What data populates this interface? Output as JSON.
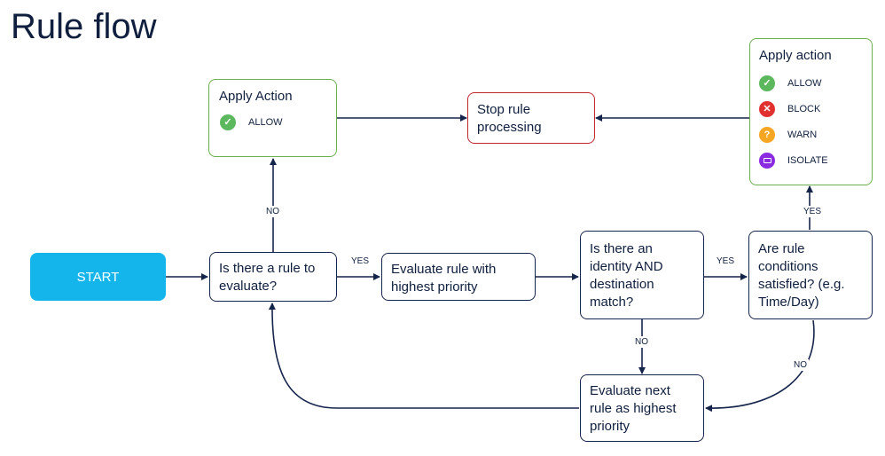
{
  "title": "Rule flow",
  "start": "START",
  "nodes": {
    "rule_to_evaluate": "Is there a rule to evaluate?",
    "evaluate_highest": "Evaluate rule with highest priority",
    "identity_match": "Is there an identity AND destination match?",
    "conditions": "Are rule conditions satisfied? (e.g. Time/Day)",
    "evaluate_next": "Evaluate next rule as highest priority",
    "stop": "Stop rule processing"
  },
  "apply_action_left": {
    "title": "Apply Action",
    "actions": [
      {
        "label": "ALLOW",
        "icon": "check-icon"
      }
    ]
  },
  "apply_action_right": {
    "title": "Apply action",
    "actions": [
      {
        "label": "ALLOW",
        "icon": "check-icon"
      },
      {
        "label": "BLOCK",
        "icon": "x-icon"
      },
      {
        "label": "WARN",
        "icon": "question-icon"
      },
      {
        "label": "ISOLATE",
        "icon": "isolate-icon"
      }
    ]
  },
  "edge_labels": {
    "no_up": "NO",
    "yes_eval": "YES",
    "yes_conditions": "YES",
    "yes_up": "YES",
    "no_down": "NO",
    "no_conditions": "NO"
  },
  "colors": {
    "start": "#13b5ea",
    "line": "#15244a",
    "green_border": "#6ab04c",
    "red_border": "#c0262d",
    "allow": "#5cb85c",
    "block": "#e0312f",
    "warn": "#f5a623",
    "isolate": "#8a2be2"
  }
}
